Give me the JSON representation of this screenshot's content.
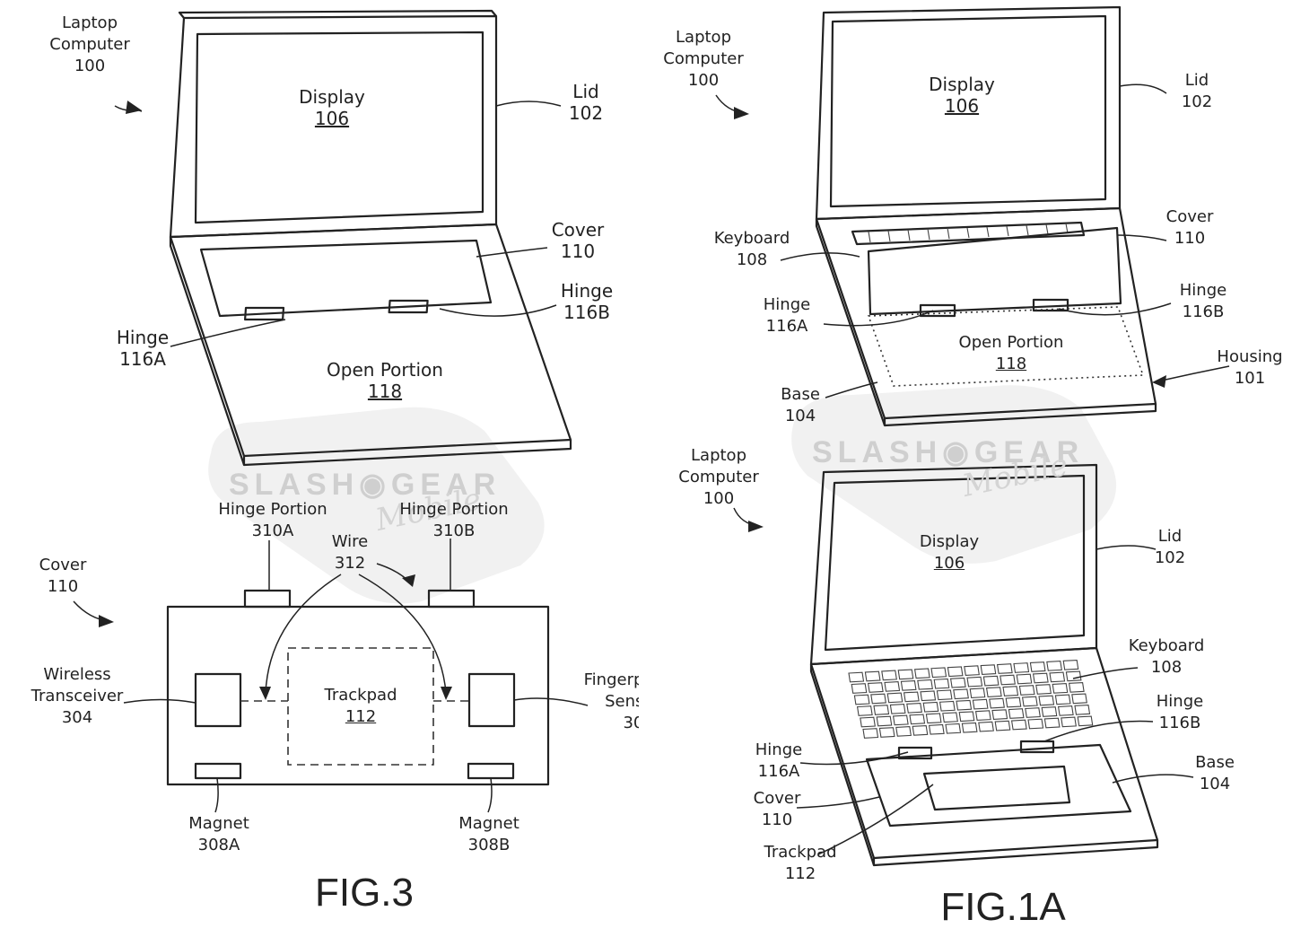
{
  "watermark": {
    "brand": "SLASH◉GEAR",
    "sub": "Mobile"
  },
  "fig3": {
    "caption": "FIG.3",
    "laptop": {
      "name": "Laptop",
      "name2": "Computer",
      "ref": "100"
    },
    "display": {
      "name": "Display",
      "ref": "106"
    },
    "lid": {
      "name": "Lid",
      "ref": "102"
    },
    "cover": {
      "name": "Cover",
      "ref": "110"
    },
    "hinge_b": {
      "name": "Hinge",
      "ref": "116B"
    },
    "hinge_a": {
      "name": "Hinge",
      "ref": "116A"
    },
    "open_portion": {
      "name": "Open Portion",
      "ref": "118"
    },
    "hinge_portion_a": {
      "name": "Hinge Portion",
      "ref": "310A"
    },
    "hinge_portion_b": {
      "name": "Hinge Portion",
      "ref": "310B"
    },
    "wire": {
      "name": "Wire",
      "ref": "312"
    },
    "cover_detail": {
      "name": "Cover",
      "ref": "110"
    },
    "wireless": {
      "name": "Wireless",
      "name2": "Transceiver",
      "ref": "304"
    },
    "trackpad": {
      "name": "Trackpad",
      "ref": "112"
    },
    "fingerprint": {
      "name": "Fingerp",
      "name2": "Sens",
      "ref": "30"
    },
    "magnet_a": {
      "name": "Magnet",
      "ref": "308A"
    },
    "magnet_b": {
      "name": "Magnet",
      "ref": "308B"
    }
  },
  "fig1a": {
    "caption": "FIG.1A",
    "top": {
      "laptop": {
        "name": "Laptop",
        "name2": "Computer",
        "ref": "100"
      },
      "display": {
        "name": "Display",
        "ref": "106"
      },
      "lid": {
        "name": "Lid",
        "ref": "102"
      },
      "keyboard": {
        "name": "Keyboard",
        "ref": "108"
      },
      "cover": {
        "name": "Cover",
        "ref": "110"
      },
      "hinge_a": {
        "name": "Hinge",
        "ref": "116A"
      },
      "hinge_b": {
        "name": "Hinge",
        "ref": "116B"
      },
      "open_portion": {
        "name": "Open Portion",
        "ref": "118"
      },
      "housing": {
        "name": "Housing",
        "ref": "101"
      },
      "base": {
        "name": "Base",
        "ref": "104"
      }
    },
    "bottom": {
      "laptop": {
        "name": "Laptop",
        "name2": "Computer",
        "ref": "100"
      },
      "display": {
        "name": "Display",
        "ref": "106"
      },
      "lid": {
        "name": "Lid",
        "ref": "102"
      },
      "keyboard": {
        "name": "Keyboard",
        "ref": "108"
      },
      "hinge_b": {
        "name": "Hinge",
        "ref": "116B"
      },
      "hinge_a": {
        "name": "Hinge",
        "ref": "116A"
      },
      "base": {
        "name": "Base",
        "ref": "104"
      },
      "cover": {
        "name": "Cover",
        "ref": "110"
      },
      "trackpad": {
        "name": "Trackpad",
        "ref": "112"
      }
    }
  }
}
